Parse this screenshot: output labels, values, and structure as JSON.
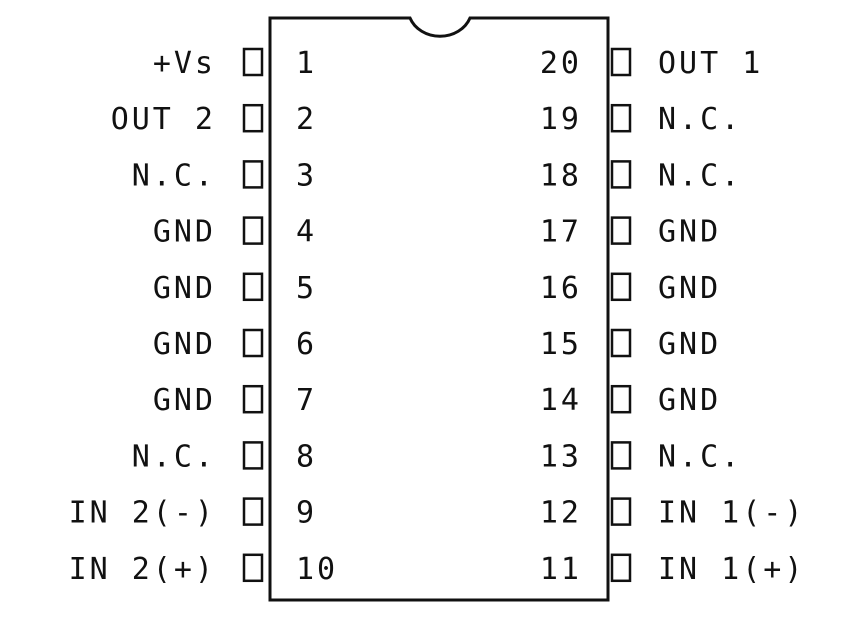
{
  "package": {
    "left_pins": [
      {
        "number": "1",
        "label": "+Vs"
      },
      {
        "number": "2",
        "label": "OUT 2"
      },
      {
        "number": "3",
        "label": "N.C."
      },
      {
        "number": "4",
        "label": "GND"
      },
      {
        "number": "5",
        "label": "GND"
      },
      {
        "number": "6",
        "label": "GND"
      },
      {
        "number": "7",
        "label": "GND"
      },
      {
        "number": "8",
        "label": "N.C."
      },
      {
        "number": "9",
        "label": "IN 2(-)"
      },
      {
        "number": "10",
        "label": "IN 2(+)"
      }
    ],
    "right_pins": [
      {
        "number": "20",
        "label": "OUT 1"
      },
      {
        "number": "19",
        "label": "N.C."
      },
      {
        "number": "18",
        "label": "N.C."
      },
      {
        "number": "17",
        "label": "GND"
      },
      {
        "number": "16",
        "label": "GND"
      },
      {
        "number": "15",
        "label": "GND"
      },
      {
        "number": "14",
        "label": "GND"
      },
      {
        "number": "13",
        "label": "N.C."
      },
      {
        "number": "12",
        "label": "IN 1(-)"
      },
      {
        "number": "11",
        "label": "IN 1(+)"
      }
    ]
  }
}
